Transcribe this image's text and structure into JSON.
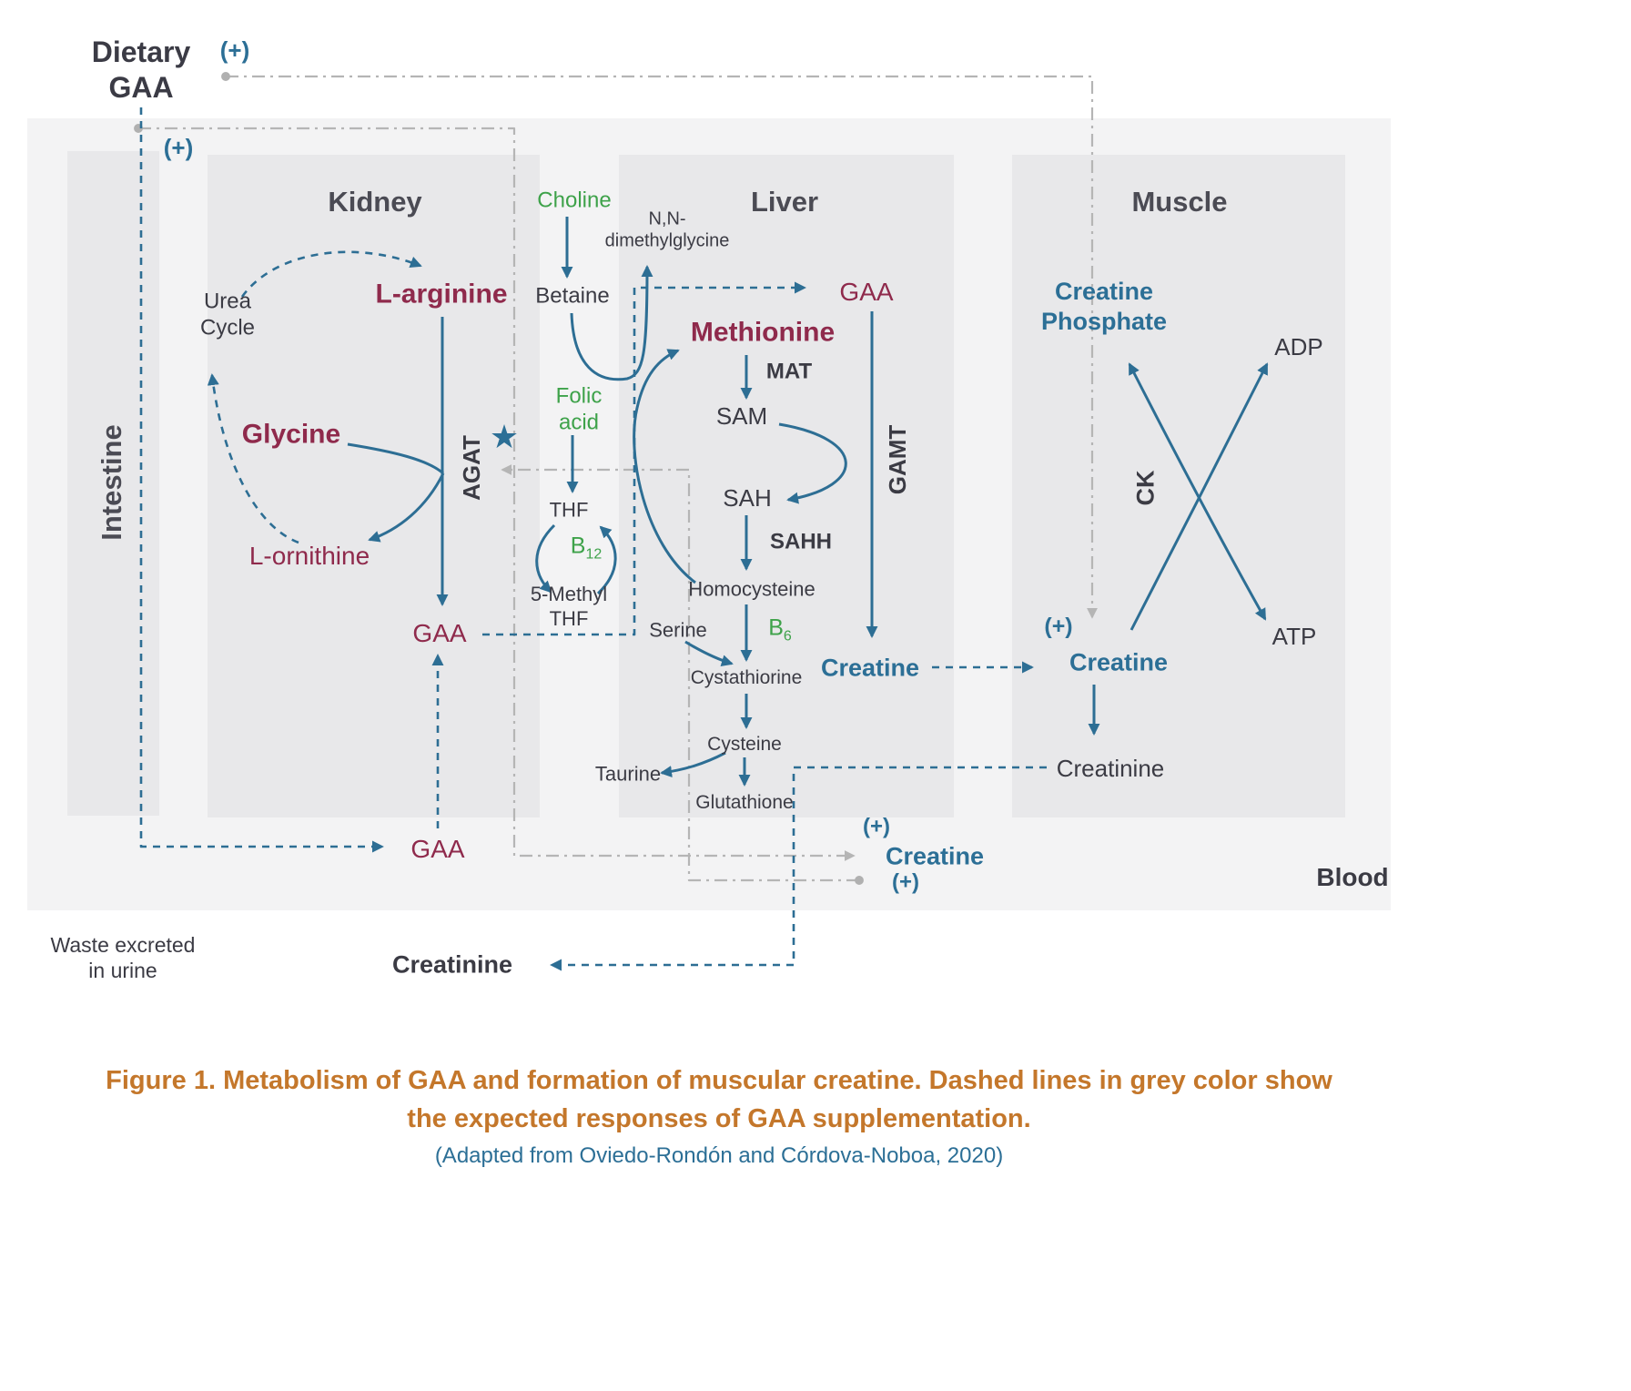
{
  "figure": {
    "caption": "Figure 1. Metabolism of GAA and formation of muscular creatine. Dashed lines in grey color show\nthe expected responses of GAA supplementation.",
    "source": "(Adapted from Oviedo-Rondón and Córdova-Noboa, 2020)"
  },
  "colors": {
    "maroon": "#8f2a4c",
    "blue": "#2c6f96",
    "green": "#3ea24a",
    "dark_text": "#3b3b44",
    "grey_line": "#b5b5b5",
    "caption_orange": "#c4772b",
    "panel_grey": "#e8e8ea",
    "blood_grey": "#f3f3f4"
  },
  "regions": {
    "intestine": "Intestine",
    "kidney": "Kidney",
    "liver": "Liver",
    "muscle": "Muscle",
    "blood": "Blood"
  },
  "nodes": {
    "dietary_gaa": "Dietary\nGAA",
    "plus": "(+)",
    "urea_cycle": "Urea\nCycle",
    "l_arginine": "L-arginine",
    "glycine": "Glycine",
    "l_ornithine": "L-ornithine",
    "agat": "AGAT",
    "star": "★",
    "kidney_gaa": "GAA",
    "choline": "Choline",
    "betaine": "Betaine",
    "nn_dimethylglycine": "N,N-\ndimethylglycine",
    "folic_acid": "Folic\nacid",
    "thf": "THF",
    "b12_base": "B",
    "b12_sub": "12",
    "methyl_thf": "5-Methyl\nTHF",
    "serine": "Serine",
    "methionine": "Methionine",
    "mat": "MAT",
    "sam": "SAM",
    "gamt": "GAMT",
    "sah": "SAH",
    "sahh": "SAHH",
    "homocysteine": "Homocysteine",
    "b6_base": "B",
    "b6_sub": "6",
    "cystathiorine": "Cystathiorine",
    "cysteine": "Cysteine",
    "taurine": "Taurine",
    "glutathione": "Glutathione",
    "liver_gaa": "GAA",
    "liver_creatine": "Creatine",
    "creatine_phosphate": "Creatine\nPhosphate",
    "adp": "ADP",
    "ck": "CK",
    "atp": "ATP",
    "muscle_creatine": "Creatine",
    "muscle_creatinine": "Creatinine",
    "blood_gaa": "GAA",
    "blood_creatine": "Creatine",
    "waste": "Waste excreted\nin urine",
    "excreted_creatinine": "Creatinine"
  }
}
